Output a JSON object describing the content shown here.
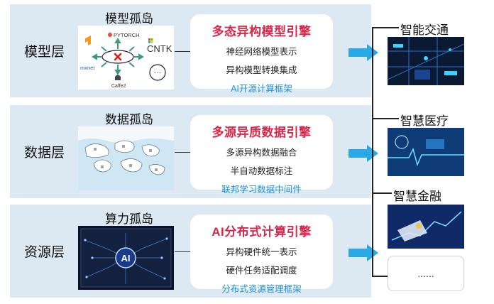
{
  "layers": [
    {
      "label": "模型层",
      "island": "模型孤岛",
      "engine": {
        "title": "多态异构模型引擎",
        "line1": "神经网络模型表示",
        "line2": "异构模型转换集成",
        "line3": "AI开源计算框架"
      },
      "logos": {
        "pytorch": "PYTORCH",
        "cntk": "CNTK",
        "mxnet": "mxnet",
        "caffe2": "Caffe2",
        "more": "···"
      }
    },
    {
      "label": "数据层",
      "island": "数据孤岛",
      "engine": {
        "title": "多源异质数据引擎",
        "line1": "多源异构数据融合",
        "line2": "半自动数据标注",
        "line3": "联邦学习数据中间件"
      }
    },
    {
      "label": "资源层",
      "island": "算力孤岛",
      "engine": {
        "title": "AI分布式计算引擎",
        "line1": "异构硬件统一表示",
        "line2": "硬件任务适配调度",
        "line3": "分布式资源管理框架"
      },
      "chip": "AI"
    }
  ],
  "apps": [
    {
      "label": "智能交通"
    },
    {
      "label": "智慧医疗"
    },
    {
      "label": "智慧金融"
    },
    {
      "label": "......"
    }
  ],
  "colors": {
    "panel_bg": "#dce9f2",
    "engine_title": "#d6284a",
    "engine_link": "#1b8fe0",
    "arrow": "#29a9e6"
  }
}
